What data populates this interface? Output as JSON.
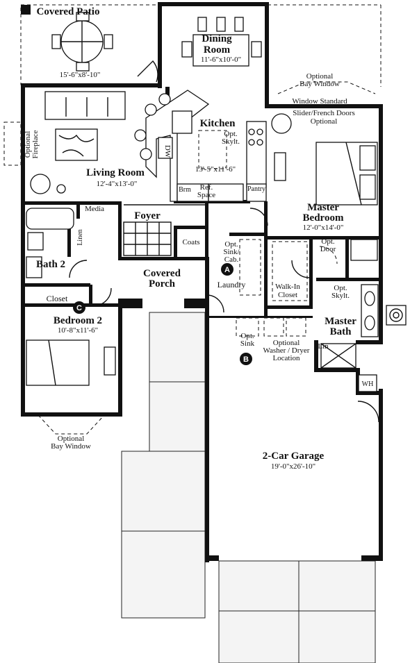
{
  "rooms": {
    "covered_patio": {
      "name": "Covered Patio",
      "dims": "15'-6\"x8'-10\""
    },
    "dining_room": {
      "name_line1": "Dining",
      "name_line2": "Room",
      "dims": "11'-6\"x10'-0\""
    },
    "kitchen": {
      "name": "Kitchen",
      "dims": "13'-5\"x11'-6\""
    },
    "living_room": {
      "name": "Living Room",
      "dims": "12'-4\"x13'-0\""
    },
    "master_bedroom": {
      "name_line1": "Master",
      "name_line2": "Bedroom",
      "dims": "12'-0\"x14'-0\""
    },
    "bedroom_2": {
      "name": "Bedroom 2",
      "dims": "10'-8\"x11'-6\""
    },
    "garage": {
      "name": "2-Car Garage",
      "dims": "19'-0\"x26'-10\""
    },
    "foyer": {
      "name": "Foyer"
    },
    "media": {
      "name": "Media"
    },
    "linen": {
      "name": "Linen"
    },
    "bath_2": {
      "name": "Bath 2"
    },
    "closet": {
      "name": "Closet"
    },
    "coats": {
      "name": "Coats"
    },
    "covered_porch": {
      "name_line1": "Covered",
      "name_line2": "Porch"
    },
    "laundry": {
      "name": "Laundry"
    },
    "walk_in_closet": {
      "name_line1": "Walk-In",
      "name_line2": "Closet"
    },
    "master_bath": {
      "name_line1": "Master",
      "name_line2": "Bath"
    },
    "lin": {
      "name": "Lin"
    },
    "pantry": {
      "name": "Pantry"
    },
    "brm": {
      "name": "Brm"
    },
    "ref_space": {
      "name_line1": "Ref.",
      "name_line2": "Space"
    },
    "wh": {
      "name": "WH"
    },
    "dw": {
      "name": "DW"
    }
  },
  "notes": {
    "optional_bay_window_top": {
      "line1": "Optional",
      "line2": "Bay Window"
    },
    "window_standard": "Window Standard",
    "slider_doors": {
      "line1": "Slider/French Doors",
      "line2": "Optional"
    },
    "optional_fireplace": {
      "line1": "Optional",
      "line2": "Fireplace"
    },
    "opt_skylt_kitchen": {
      "line1": "Opt.",
      "line2": "Skylt."
    },
    "opt_sink_cab": {
      "line1": "Opt.",
      "line2": "Sink/",
      "line3": "Cab."
    },
    "opt_door": {
      "line1": "Opt.",
      "line2": "Door"
    },
    "opt_skylt_bath": {
      "line1": "Opt.",
      "line2": "Skylt."
    },
    "opt_sink": {
      "line1": "Opt.",
      "line2": "Sink"
    },
    "optional_washer_dryer": {
      "line1": "Optional",
      "line2": "Washer / Dryer",
      "line3": "Location"
    },
    "optional_bay_window_bottom": {
      "line1": "Optional",
      "line2": "Bay Window"
    }
  },
  "markers": {
    "a": "A",
    "b": "B",
    "c": "C"
  }
}
